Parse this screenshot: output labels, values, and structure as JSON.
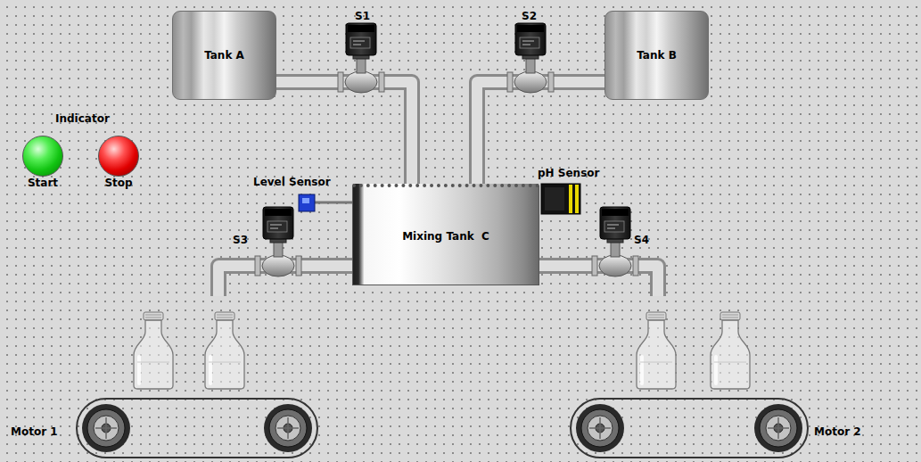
{
  "diagram": {
    "nodes": [
      {
        "text": [
          "Tank A"
        ]
      },
      {
        "text": [
          "Tank B"
        ]
      },
      {
        "text": [
          "Start"
        ]
      },
      {
        "text": [
          "Stop"
        ]
      },
      {
        "text": [
          "Mixing Tank  C"
        ]
      }
    ],
    "edges": [
      {
        "from": 0,
        "to": 4,
        "arrow": "none"
      },
      {
        "from": 1,
        "to": 4,
        "arrow": "none"
      }
    ],
    "labels": [
      "S1",
      "S2",
      "Indicator",
      "Level Sensor",
      "pH Sensor",
      "S3",
      "S4",
      "Motor 1",
      "Motor 2"
    ]
  }
}
